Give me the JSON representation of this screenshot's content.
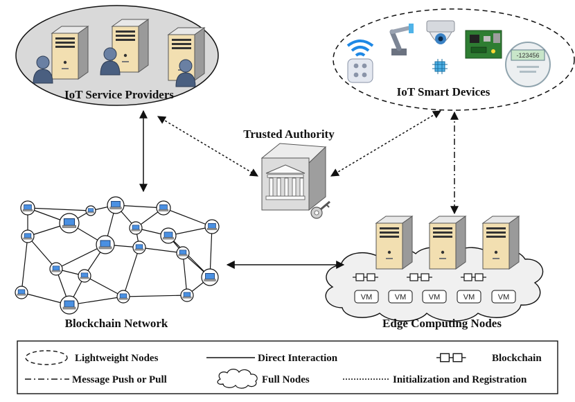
{
  "labels": {
    "iot_service_providers": "IoT Service Providers",
    "iot_smart_devices": "IoT Smart Devices",
    "trusted_authority": "Trusted Authority",
    "blockchain_network": "Blockchain Network",
    "edge_computing_nodes": "Edge Computing Nodes"
  },
  "vm_labels": [
    "VM",
    "VM",
    "VM",
    "VM",
    "VM"
  ],
  "meter_reading": "-123456",
  "legend": {
    "lightweight_nodes": "Lightweight Nodes",
    "direct_interaction": "Direct Interaction",
    "blockchain": "Blockchain",
    "message_push_pull": "Message Push or Pull",
    "full_nodes": "Full Nodes",
    "init_registration": "Initialization and Registration"
  },
  "colors": {
    "ellipse_fill": "#d9d9d9",
    "server_face": "#f2dfb1",
    "user_icon": "#4a5f80",
    "laptop_screen": "#4a90e2",
    "line": "#111111"
  },
  "icons": [
    "server-icon",
    "user-icon",
    "wifi-icon",
    "robot-arm-icon",
    "camera-icon",
    "circuit-board-icon",
    "smart-meter-icon",
    "remote-icon",
    "chip-icon",
    "bank-building-icon",
    "key-icon",
    "laptop-icon",
    "cloud-icon",
    "blockchain-icon"
  ]
}
